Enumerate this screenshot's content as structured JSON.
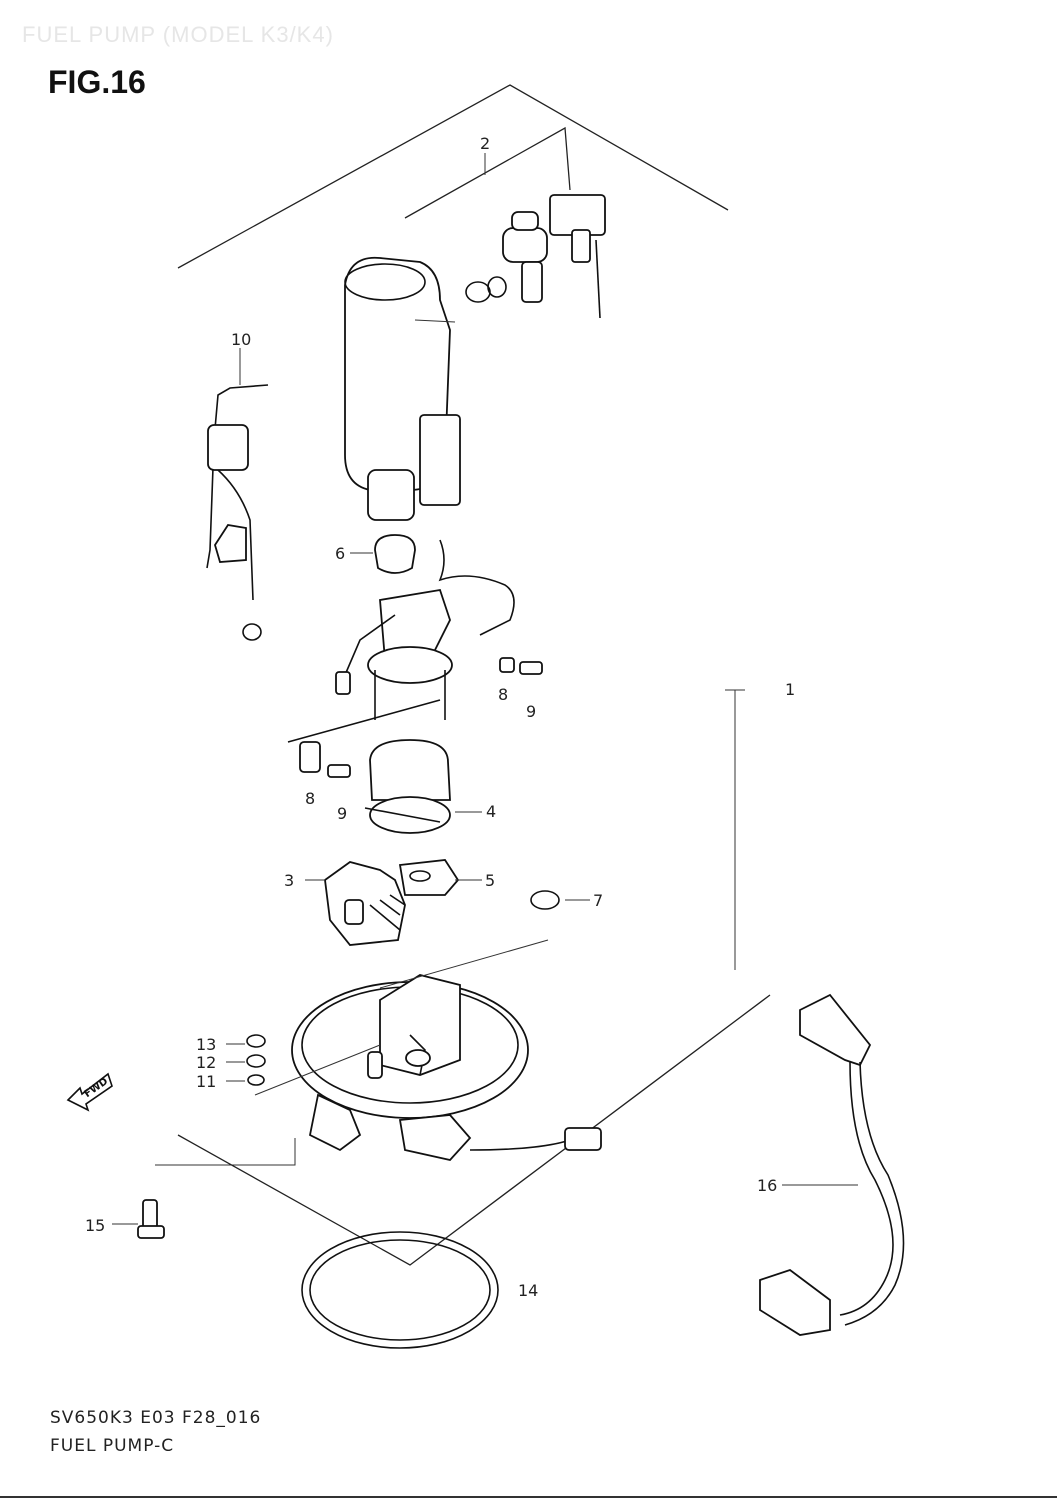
{
  "header": {
    "watermark": "FUEL PUMP (MODEL K3/K4)",
    "figure": "FIG.16"
  },
  "footer": {
    "code": "SV650K3 E03 F28_016",
    "caption": "FUEL PUMP-C"
  },
  "fwd_label": "FWD",
  "callouts": [
    "1",
    "2",
    "3",
    "4",
    "5",
    "6",
    "7",
    "8",
    "9",
    "10",
    "11",
    "12",
    "13",
    "14",
    "15",
    "16"
  ],
  "callouts_repeat": {
    "8b": "8",
    "9b": "9"
  }
}
